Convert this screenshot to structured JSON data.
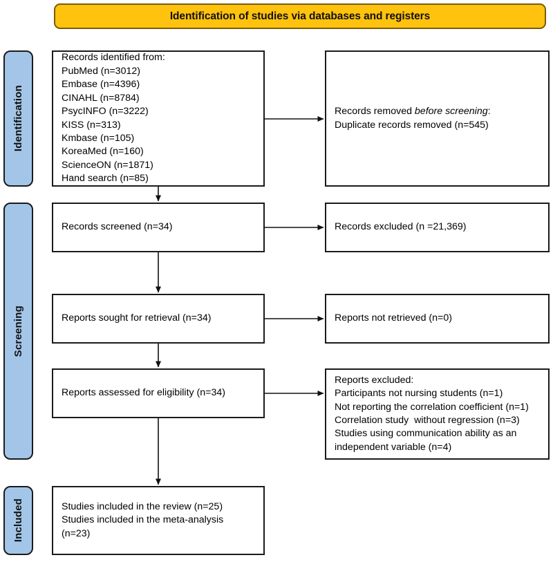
{
  "header": {
    "banner_text": "Identification of studies via databases and registers",
    "banner_color": "#FFC20E"
  },
  "stages": {
    "bar_color": "#A3C6E8",
    "items": [
      {
        "id": "identification",
        "label": "Identification"
      },
      {
        "id": "screening",
        "label": "Screening"
      },
      {
        "id": "included",
        "label": "Included"
      }
    ]
  },
  "boxes": {
    "records_identified": {
      "heading": "Records identified from:",
      "sources": [
        "PubMed (n=3012)",
        "Embase (n=4396)",
        "CINAHL (n=8784)",
        "PsycINFO (n=3222)",
        "KISS (n=313)",
        "Kmbase (n=105)",
        "KoreaMed (n=160)",
        "ScienceON (n=1871)",
        "Hand search (n=85)"
      ],
      "full_text": "Records identified from:\nPubMed (n=3012)\nEmbase (n=4396)\nCINAHL (n=8784)\nPsycINFO (n=3222)\nKISS (n=313)\nKmbase (n=105)\nKoreaMed (n=160)\nScienceON (n=1871)\nHand search (n=85)"
    },
    "records_removed": {
      "line1_prefix": "Records removed ",
      "line1_italic": "before screening",
      "line1_suffix": ":",
      "line2": "Duplicate records removed (n=545)"
    },
    "records_screened": {
      "text": "Records screened (n=34)"
    },
    "records_excluded": {
      "text": "Records excluded (n =21,369)"
    },
    "reports_sought": {
      "text": "Reports sought for retrieval (n=34)"
    },
    "reports_not_retrieved": {
      "text": "Reports not retrieved (n=0)"
    },
    "reports_assessed": {
      "text": "Reports assessed for eligibility (n=34)"
    },
    "reports_excluded": {
      "heading": "Reports excluded:",
      "reasons": [
        "Participants not nursing students (n=1)",
        "Not reporting the correlation coefficient (n=1)",
        "Correlation study  without regression (n=3)",
        "Studies using communication ability as an independent variable (n=4)"
      ],
      "full_text": "Reports excluded:\nParticipants not nursing students (n=1)\nNot reporting the correlation coefficient (n=1)\nCorrelation study  without regression (n=3)\nStudies using communication ability as an\nindependent variable (n=4)"
    },
    "studies_included": {
      "line1": "Studies included in the review (n=25)",
      "line2": "Studies included in the meta-analysis",
      "line3": "(n=23)",
      "full_text": "Studies included in the review (n=25)\nStudies included in the meta-analysis\n(n=23)"
    }
  }
}
